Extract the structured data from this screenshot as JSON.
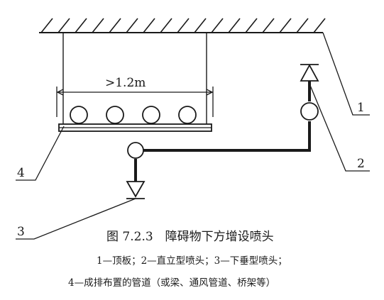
{
  "diagram": {
    "dimension_label": ">1.2m",
    "callouts": [
      "1",
      "2",
      "3",
      "4"
    ],
    "caption": {
      "title": "图 7.2.3　障碍物下方增设喷头",
      "line1": "1—顶板；2—直立型喷头；3—下垂型喷头；",
      "line2": "4—成排布置的管道（或梁、通风管道、桥架等）"
    },
    "colors": {
      "ink": "#1a1a1a",
      "background": "#ffffff"
    }
  }
}
